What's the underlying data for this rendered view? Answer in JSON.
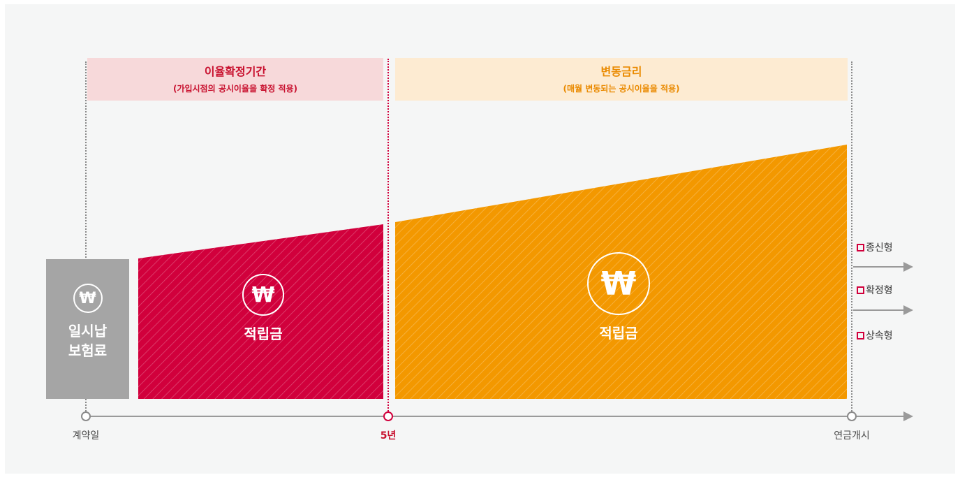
{
  "fixed_period": {
    "title": "이율확정기간",
    "subtitle": "(가입시점의 공시이율을 확정 적용)",
    "color": "#c8102e",
    "area_color": "#d1003c"
  },
  "variable_period": {
    "title": "변동금리",
    "subtitle": "(매월 변동되는 공시이율을 적용)",
    "color": "#ea8a00",
    "area_color": "#f39800"
  },
  "lump_sum": {
    "icon": "won-icon",
    "symbol": "₩",
    "label": "일시납\n보험료"
  },
  "accumulation": {
    "symbol": "₩",
    "label": "적립금"
  },
  "annuity_options": [
    "종신형",
    "확정형",
    "상속형"
  ],
  "timeline": {
    "start": "계약일",
    "middle": "5년",
    "end": "연금개시"
  }
}
